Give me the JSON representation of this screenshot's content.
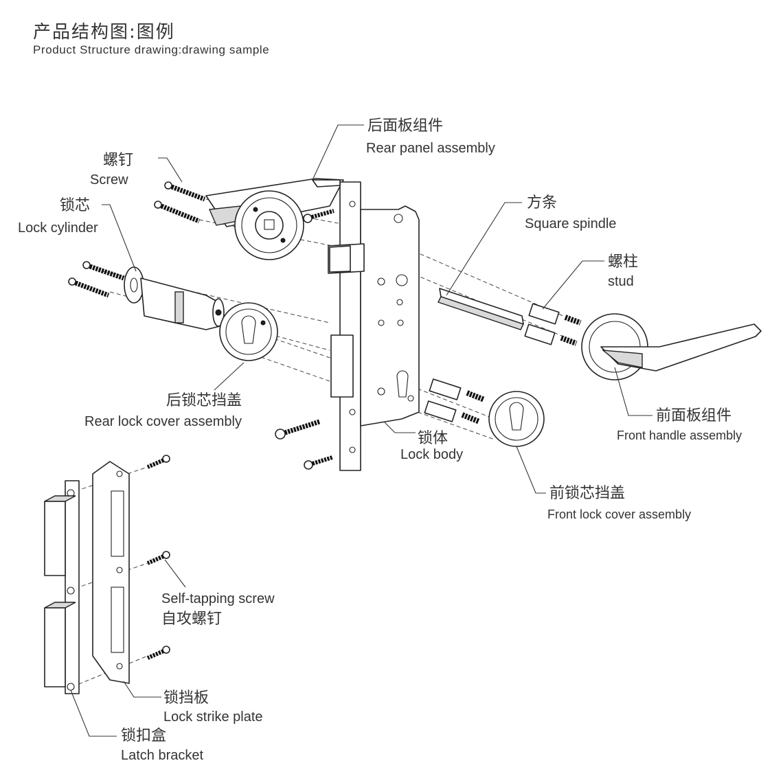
{
  "header": {
    "title_cn": "产品结构图:图例",
    "title_en": "Product Structure drawing:drawing sample"
  },
  "labels": {
    "rear_panel": {
      "cn": "后面板组件",
      "en": "Rear panel assembly"
    },
    "screw": {
      "cn": "螺钉",
      "en": "Screw"
    },
    "lock_cylinder": {
      "cn": "锁芯",
      "en": "Lock cylinder"
    },
    "square_spindle": {
      "cn": "方条",
      "en": "Square spindle"
    },
    "stud": {
      "cn": "螺柱",
      "en": "stud"
    },
    "rear_lock_cover": {
      "cn": "后锁芯挡盖",
      "en": "Rear lock cover assembly"
    },
    "front_handle": {
      "cn": "前面板组件",
      "en": "Front handle assembly"
    },
    "lock_body": {
      "cn": "锁体",
      "en": "Lock body"
    },
    "front_lock_cover": {
      "cn": "前锁芯挡盖",
      "en": "Front lock cover assembly"
    },
    "self_tapping_screw": {
      "en": "Self-tapping screw",
      "cn": "自攻螺钉"
    },
    "strike_plate": {
      "cn": "锁挡板",
      "en": "Lock strike plate"
    },
    "latch_bracket": {
      "cn": "锁扣盒",
      "en": "Latch bracket"
    }
  }
}
